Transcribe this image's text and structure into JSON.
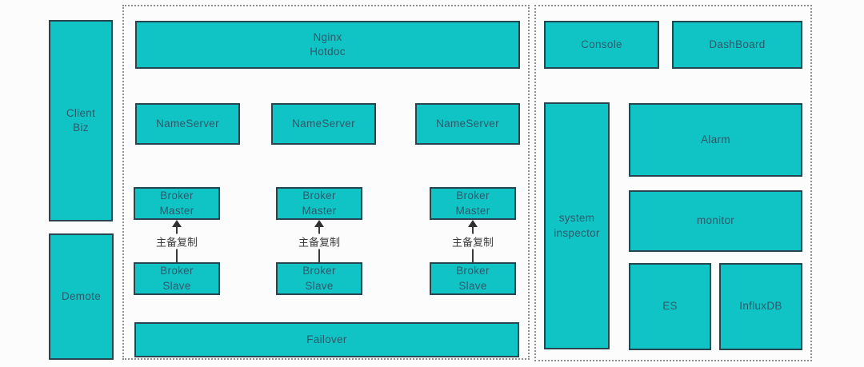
{
  "colors": {
    "node_fill": "#10c4c5",
    "node_border": "#26454f",
    "node_text": "#2d5a6b",
    "dotted_border": "#8f8f8f",
    "arrow": "#3a3a3a",
    "background": "#fcfcfc"
  },
  "left_column": {
    "client_biz": "Client\nBiz",
    "demote": "Demote"
  },
  "middle_section": {
    "nginx": "Nginx\nHotdoc",
    "nameservers": [
      "NameServer",
      "NameServer",
      "NameServer"
    ],
    "broker_groups": [
      {
        "master": "Broker\nMaster",
        "slave": "Broker\nSlave",
        "replication_label": "主备复制"
      },
      {
        "master": "Broker\nMaster",
        "slave": "Broker\nSlave",
        "replication_label": "主备复制"
      },
      {
        "master": "Broker\nMaster",
        "slave": "Broker\nSlave",
        "replication_label": "主备复制"
      }
    ],
    "failover": "Failover"
  },
  "right_section": {
    "console": "Console",
    "dashboard": "DashBoard",
    "system_inspector": "system\ninspector",
    "alarm": "Alarm",
    "monitor": "monitor",
    "es": "ES",
    "influxdb": "InfluxDB"
  }
}
